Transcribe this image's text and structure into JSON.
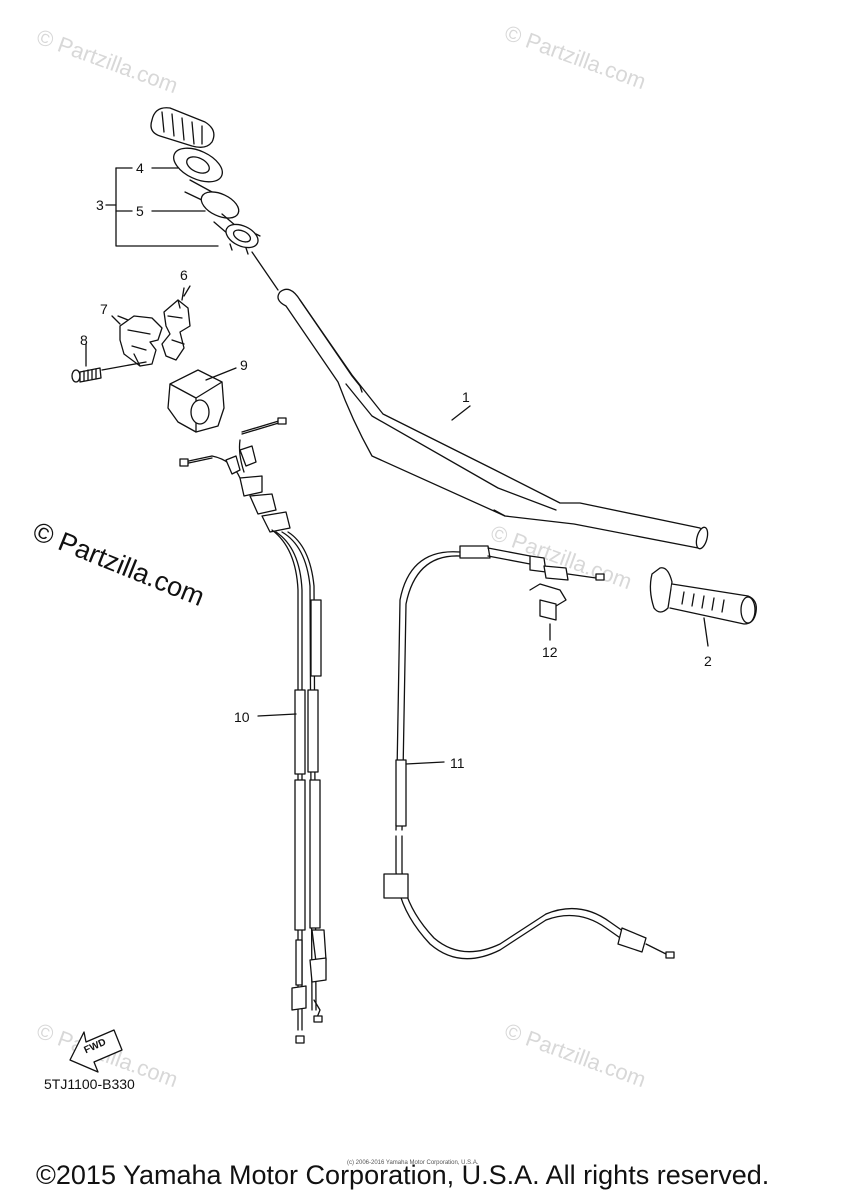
{
  "watermark": {
    "small": "© Partzilla.com",
    "large": "© Partzilla.com"
  },
  "callouts": {
    "c1": "1",
    "c2": "2",
    "c3": "3",
    "c4": "4",
    "c5": "5",
    "c6": "6",
    "c7": "7",
    "c8": "8",
    "c9": "9",
    "c10": "10",
    "c11": "11",
    "c12": "12"
  },
  "fwd_label": "FWD",
  "diagram_code": "5TJ1100-B330",
  "tiny_notice": "(c) 2006-2016 Yamaha Motor Corporation, U.S.A.",
  "copyright": "©2015 Yamaha Motor Corporation, U.S.A. All rights reserved."
}
